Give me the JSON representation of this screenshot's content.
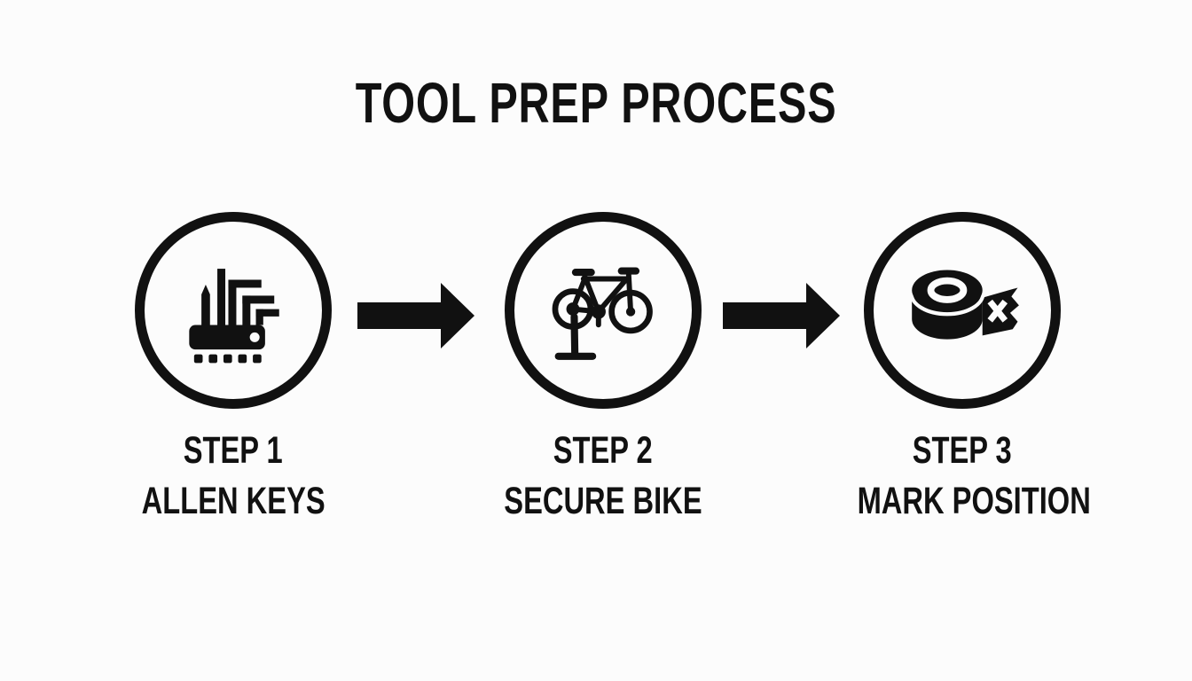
{
  "title": "TOOL PREP PROCESS",
  "steps": [
    {
      "step_label": "STEP 1",
      "name": "ALLEN KEYS",
      "icon": "allen-keys-icon"
    },
    {
      "step_label": "STEP 2",
      "name": "SECURE BIKE",
      "icon": "bike-on-stand-icon"
    },
    {
      "step_label": "STEP 3",
      "name": "MARK POSITION",
      "icon": "tape-roll-icon"
    }
  ],
  "arrows": [
    {
      "icon": "arrow-right-icon"
    },
    {
      "icon": "arrow-right-icon"
    }
  ],
  "colors": {
    "ink": "#111111",
    "background": "#fcfcfc"
  }
}
